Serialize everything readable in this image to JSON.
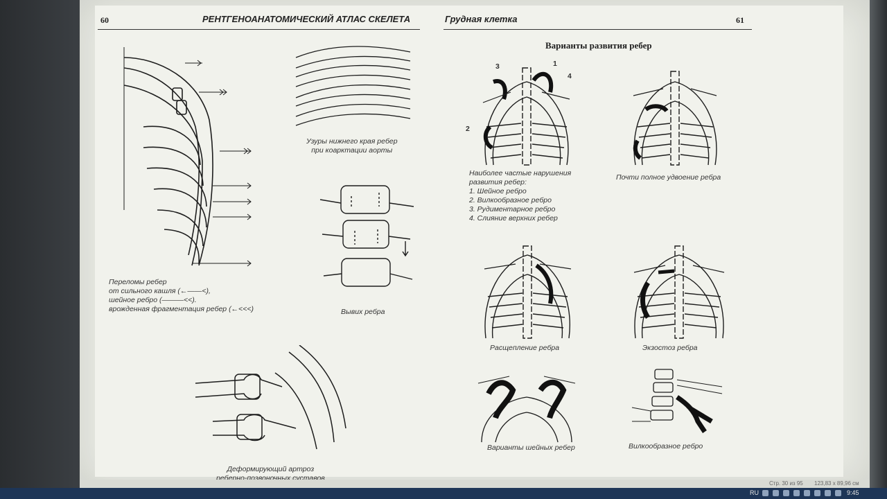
{
  "left_page": {
    "number": "60",
    "header": "РЕНТГЕНОАНАТОМИЧЕСКИЙ  АТЛАС  СКЕЛЕТА",
    "captions": {
      "usury": [
        "Узуры нижнего края ребер",
        "при коарктации аорты"
      ],
      "fractures": [
        "Переломы ребер",
        "от сильного кашля (←——<),",
        "шейное ребро  (———<<).",
        "врожденная фрагментация ребер (←<<<)"
      ],
      "dislocation": "Вывих ребра",
      "arthrosis": [
        "Деформирующий артроз",
        "реберно-позвоночных суставов"
      ]
    }
  },
  "right_page": {
    "number": "61",
    "header": "Грудная клетка",
    "title": "Варианты развития ребер",
    "callouts": [
      "1",
      "2",
      "3",
      "4"
    ],
    "anomalies_caption": {
      "intro": [
        "Наиболее частые нарушения",
        "развития ребер:"
      ],
      "items": [
        "1. Шейное ребро",
        "2. Вилкообразное ребро",
        "3. Рудиментарное ребро",
        "4. Слияние верхних ребер"
      ]
    },
    "captions": {
      "doubling": "Почти полное удвоение ребра",
      "splitting": "Расщепление ребра",
      "exostosis": "Экзостоз ребра",
      "cervical_variants": "Варианты шейных ребер",
      "forked": "Вилкообразное ребро"
    }
  },
  "status_bar": {
    "page": "Стр. 30 из 95",
    "size": "123,83 x 89,96 см"
  },
  "taskbar": {
    "lang": "RU",
    "time": "9:45"
  },
  "colors": {
    "paper": "#f1f2ec",
    "ink": "#222222",
    "taskbar": "#1d3557"
  }
}
